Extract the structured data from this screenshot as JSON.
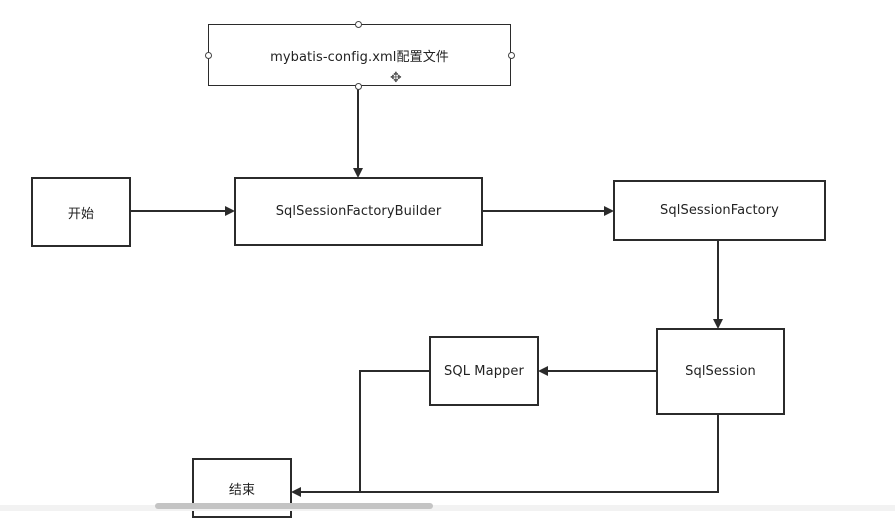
{
  "nodes": {
    "config": "mybatis-config.xml配置文件",
    "start": "开始",
    "builder": "SqlSessionFactoryBuilder",
    "factory": "SqlSessionFactory",
    "session": "SqlSession",
    "mapper": "SQL Mapper",
    "end": "结束"
  },
  "edges": [
    {
      "from": "config",
      "to": "builder"
    },
    {
      "from": "start",
      "to": "builder"
    },
    {
      "from": "builder",
      "to": "factory"
    },
    {
      "from": "factory",
      "to": "session"
    },
    {
      "from": "session",
      "to": "mapper"
    },
    {
      "from": "mapper",
      "to": "end"
    },
    {
      "from": "session",
      "to": "end"
    }
  ],
  "colors": {
    "stroke": "#2b2b2b",
    "background": "#ffffff"
  }
}
